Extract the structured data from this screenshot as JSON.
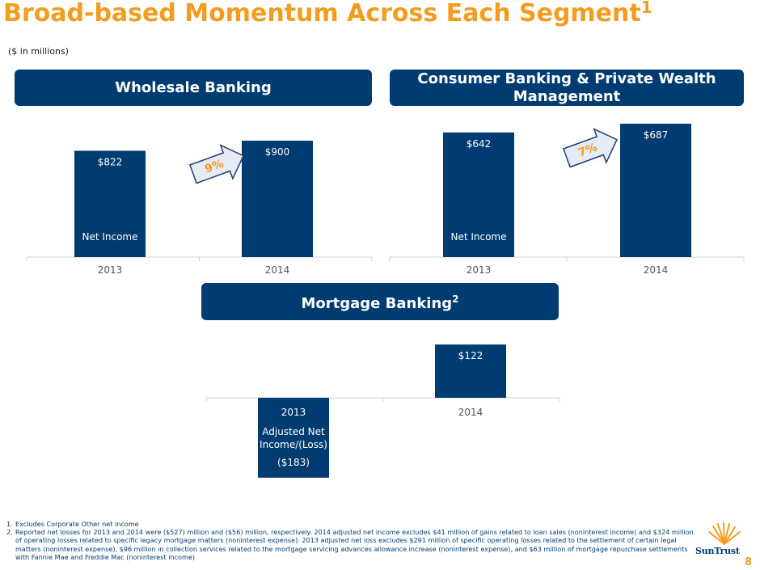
{
  "header": {
    "title": "Broad-based Momentum Across Each Segment",
    "title_sup": "1",
    "subtitle": "($ in millions)"
  },
  "segments": {
    "wholesale": {
      "label": "Wholesale Banking"
    },
    "consumer": {
      "label": "Consumer Banking & Private Wealth Management"
    },
    "mortgage": {
      "label": "Mortgage Banking",
      "sup": "2"
    }
  },
  "chart_data": [
    {
      "type": "bar",
      "title": "Wholesale Banking",
      "categories": [
        "2013",
        "2014"
      ],
      "values": [
        822,
        900
      ],
      "value_labels": [
        "$822",
        "$900"
      ],
      "series": [
        {
          "name": "Net Income",
          "values": [
            822,
            900
          ]
        }
      ],
      "growth_label": "9%",
      "ylim": [
        0,
        900
      ]
    },
    {
      "type": "bar",
      "title": "Consumer Banking & Private Wealth Management",
      "categories": [
        "2013",
        "2014"
      ],
      "values": [
        642,
        687
      ],
      "value_labels": [
        "$642",
        "$687"
      ],
      "series": [
        {
          "name": "Net Income",
          "values": [
            642,
            687
          ]
        }
      ],
      "growth_label": "7%",
      "ylim": [
        0,
        687
      ]
    },
    {
      "type": "bar",
      "title": "Mortgage Banking",
      "categories": [
        "2013",
        "2014"
      ],
      "values": [
        -183,
        122
      ],
      "value_labels": [
        "($183)",
        "$122"
      ],
      "series": [
        {
          "name": "Adjusted Net Income/(Loss)",
          "values": [
            -183,
            122
          ]
        }
      ],
      "ylim": [
        -183,
        122
      ]
    }
  ],
  "footnotes": [
    {
      "num": "1.",
      "text": "Excludes Corporate Other net income"
    },
    {
      "num": "2.",
      "text": "Reported net losses for 2013 and 2014 were ($527) million and ($56) million, respectively. 2014 adjusted net income excludes $41 million of gains related to loan sales (noninterest income) and $324 million of operating losses related to specific legacy mortgage matters (noninterest expense). 2013 adjusted net loss excludes $291 million of specific operating losses related to the settlement of certain legal matters (noninterest expense), $96 million in collection services related to the mortgage servicing advances allowance increase (noninterest expense), and $63 million of mortgage repurchase settlements with Fannie Mae and Freddie Mac (noninterest income)"
    }
  ],
  "logo": {
    "text": "SunTrust",
    "icon": "sun-rays-icon"
  },
  "page_number": "8",
  "colors": {
    "navy": "#003c71",
    "orange": "#f39c1e"
  }
}
